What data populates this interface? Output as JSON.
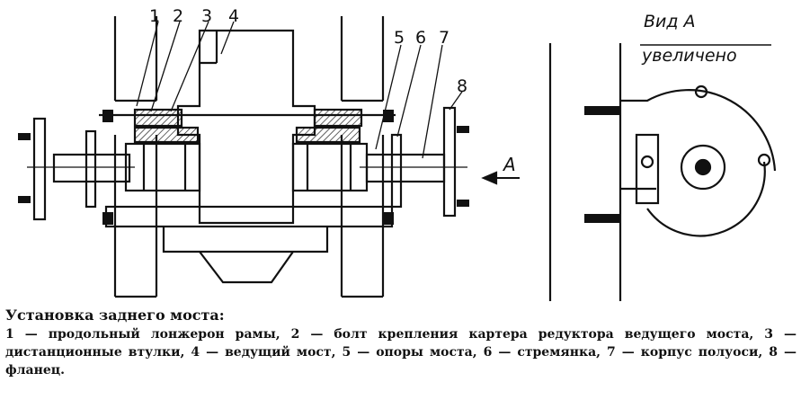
{
  "figure": {
    "callouts": [
      "1",
      "2",
      "3",
      "4",
      "5",
      "6",
      "7",
      "8"
    ],
    "arrow_label": "A",
    "view": {
      "title": "Вид А",
      "subtitle": "увеличено"
    }
  },
  "caption": {
    "title": "Установка заднего моста:",
    "text": "1 — продольный лонжерон рамы, 2 — болт крепления картера редуктора ведущего моста, 3 — дистанционные втулки, 4 — ведущий мост, 5 — опоры моста, 6 — стремянка, 7 — корпус полуоси, 8 — фланец."
  }
}
